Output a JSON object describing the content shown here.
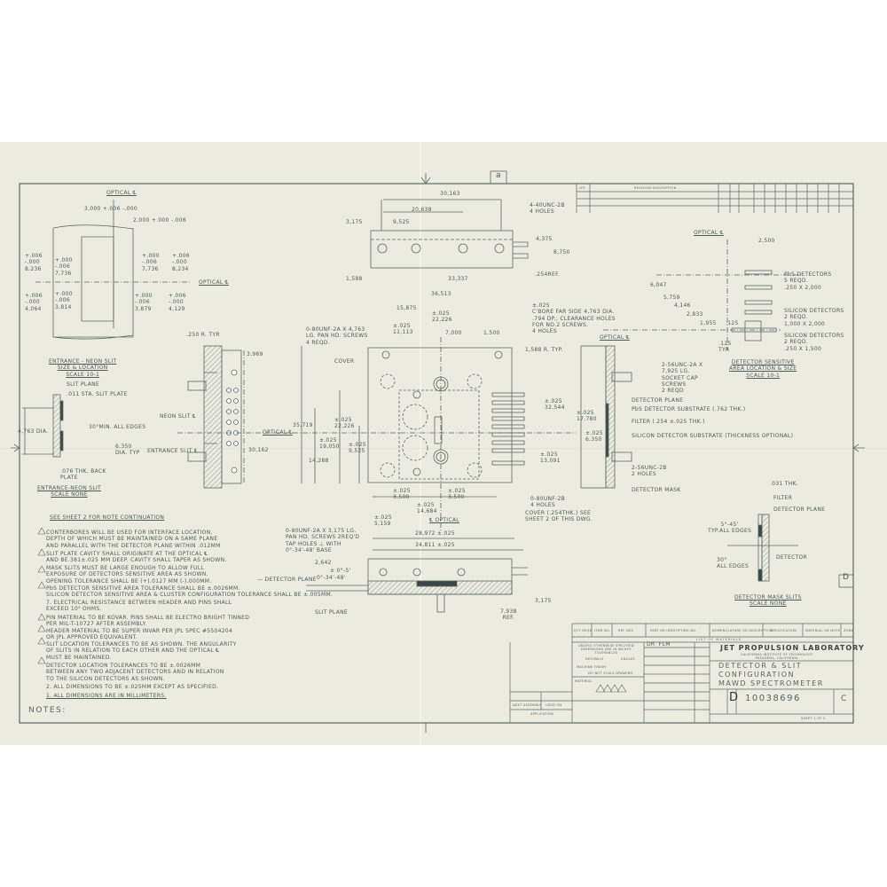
{
  "colors": {
    "paper": "#ecebe1",
    "ink": "#4d5a5a",
    "background": "#ffffff"
  },
  "border": {
    "zone_a": "a",
    "zone_d": "D"
  },
  "slit_size": {
    "optical_top": "OPTICAL ℄",
    "d1": "3,000 +.006 -.000",
    "d2": "2,000 +.000 -.006",
    "d3": "+.006 -.000 8,236",
    "d4": "+.000 -.006 7,736",
    "d5": "+.000 -.006 7,736",
    "d6": "+.006 -.000 8,234",
    "d7": "+.006 -.000 4,064",
    "d8": "+.000 -.006 3,814",
    "d9": "+.000 -.006 3,879",
    "d10": "+.006 -.000 4,129",
    "optical_right": "OPTICAL ℄",
    "title": "ENTRANCE - NEON SLIT\nSIZE & LOCATION\nSCALE 10-1"
  },
  "slit_section": {
    "slit_plane": "SLIT PLANE",
    "slit_plate": ".011 STA. SLIT PLATE",
    "dia": "4,763 DIA.",
    "edges": "30°MIN. ALL EDGES",
    "back_plate": ".076 THK. BACK\nPLATE",
    "title": "ENTRANCE-NEON SLIT\nSCALE NONE"
  },
  "side_view": {
    "radius": ".250 R. TYR",
    "d_top": "3,969",
    "neon": "NEON SLIT ℄",
    "entrance": "ENTRANCE SLIT ℄",
    "dia": "6,350\nDIA. TYP",
    "height": "30,162",
    "optical": "OPTICAL ℄"
  },
  "top_view": {
    "d1": "30,163",
    "d2": "20,638",
    "d3": "9,525",
    "d4": "3,175",
    "holes": "4-40UNC-2B\n4 HOLES",
    "d5": "4,375",
    "d6": "8,750",
    "d7": "1,588",
    "d8": "33,337",
    "ref": ".254REF."
  },
  "plan_view": {
    "d_width": "36,513",
    "d_a": "15,875",
    "d_b": "±.025\n22,226",
    "d_c": "±.025\n11,113",
    "d_d": "7,000",
    "d_e": "1,500",
    "screws": "0-80UNF-2A X 4,763\nLG. PAN HD. SCREWS\n4 REQD.",
    "cbore": "±.025\nC'BORE FAR SIDE 4,763 DIA.\n.794 DP.; CLEARANCE HOLES\nFOR NO.2 SCREWS.\n4 HOLES",
    "radius": "1,588 R. TYP.",
    "cover": "COVER",
    "h1": "35,719",
    "h2": "±.025\n22,226",
    "h3": "±.025\n19,050",
    "h4": "±.025\n9,525",
    "h5": "14,288",
    "optical": "OPTICAL ℄",
    "r1": "±.025\n32,544",
    "r2": "±.025\n17,780",
    "r3": "±.025\n13,091",
    "b1": "±.025\n3,500",
    "b2": "±.025\n3,500",
    "b3": "±.025\n14,684",
    "b4": "±.025\n5,159",
    "b_optical": "℄ OPTICAL",
    "b5": "28,972 ±.025",
    "b6": "34,811 ±.025",
    "holes": "0-80UNF-2B\n4 HOLES",
    "screws2": "0-80UNF-2A X 3,175 LG.\nPAN HD. SCREWS 2REQ'D\nTAP HOLES ⊥ WITH\n0°-34'-48' BASE"
  },
  "bottom_view": {
    "d1": "2,642",
    "d2": "± 0°-5'",
    "d3": "0°-34'-48'",
    "detector_plane": "— DETECTOR PLANE",
    "slit_plane": "SLIT PLANE",
    "d4": "3,175",
    "d5": "7,938\nREF."
  },
  "detector_right": {
    "optical": "OPTICAL ℄",
    "d_top": "2,500",
    "pbs": "PbS DETECTORS\n5 REQD.\n.250 X 2,000",
    "d1": "6,047",
    "d2": "5,759",
    "d3": "4,146",
    "d4": "2,833",
    "d5": "1,955",
    "d6": ".125",
    "si1": "SILICON DETECTORS\n2 REQD.\n1,000 X 2,000",
    "optical2": "OPTICAL ℄",
    "si2": "SILICON DETECTORS\n2 REQD.\n.250 X 1,500",
    "d7": ".125\nTYR",
    "title": "DETECTOR SENSITIVE\nAREA LOCATION & SIZE\nSCALE 10-1"
  },
  "detector_section": {
    "screws": "2-56UNC-2A X\n7,925 LG.\nSOCKET CAP\nSCREWS\n2 REQD",
    "plane": "DETECTOR PLANE",
    "pbs": "PbS DETECTOR SUBSTRATE (.762 THK.)",
    "filter": "FILTER (.254 ±.025 THK.)",
    "si": "SILICON DETECTOR SUBSTRATE (THICKNESS OPTIONAL)",
    "holes": "2-56UNC-2B\n2 HOLES",
    "mask": "DETECTOR MASK",
    "d": "±.025\n6,350",
    "cover": "COVER (.254THK.) SEE\nSHEET 2 OF THIS DWG."
  },
  "mask_slits": {
    "thk": ".031 THK.",
    "filter": "FILTER",
    "plane": "DETECTOR PLANE",
    "edges": "5°-45'\nTYP.ALL EDGES",
    "angle": "30°\nALL EDGES",
    "detector": "DETECTOR",
    "title": "DETECTOR MASK SLITS\nSCALE NONE"
  },
  "notes": {
    "header": "SEE SHEET 2 FOR NOTE CONTINUATION",
    "items": [
      "CONTERBORES WILL BE USED FOR INTERFACE LOCATION,\nDEPTH OF WHICH MUST BE MAINTAINED ON A SAME PLANE\nAND PARALLEL WITH THE DETECTOR PLANE WITHIN .012MM",
      "SLIT PLATE CAVITY SHALL ORIGINATE AT THE OPTICAL ℄\nAND BE.381±.025 MM DEEP. CAVITY SHALL TAPER AS SHOWN.",
      "MASK SLITS MUST BE LARGE ENOUGH TO ALLOW FULL\nEXPOSURE OF DETECTORS SENSITIVE AREA AS SHOWN.\nOPENING TOLERANCE SHALL BE (+).0127 MM (-).000MM.",
      "PbS DETECTOR SENSITIVE AREA TOLERANCE SHALL BE ±.0026MM.\nSILICON DETECTOR SENSITIVE AREA & CLUSTER CONFIGURATION TOLERANCE SHALL BE ±.005MM.",
      "7. ELECTRICAL RESISTANCE BETWEEN HEADER AND PINS SHALL\nEXCEED 10⁹ OHMS.",
      "PIN MATERIAL TO BE KOVAR. PINS SHALL BE ELECTRO BRIGHT TINNED\nPER MIL-T-10727 AFTER ASSEMBLY.",
      "HEADER MATERIAL TO BE SUPER INVAR PER JPL SPEC #5504204\nOR JPL APPROVED EQUIVALENT.",
      "SLIT LOCATION TOLERANCES TO BE AS SHOWN. THE ANGULARITY\nOF SLITS IN RELATION TO EACH OTHER AND THE OPTICAL ℄\nMUST BE MAINTAINED.",
      "DETECTOR LOCATION TOLERANCES TO BE ±.0026MM\nBETWEEN ANY TWO ADJACENT DETECTORS AND IN RELATION\nTO THE SILICON DETECTORS AS SHOWN.",
      "2. ALL DIMENSIONS TO BE ±.025MM EXCEPT AS SPECIFIED.",
      "1. ALL DIMENSIONS ARE IN MILLIMETERS."
    ],
    "title": "NOTES:"
  },
  "revision_block": {
    "ltr": "LTR",
    "description": "REVISION DESCRIPTION"
  },
  "materials": {
    "cols": [
      "QTY REQD",
      "ITEM NO.",
      "REF DES",
      "PART OR IDENTIFYING NO.",
      "NOMENCLATURE OR DESCRIPTION",
      "SPECIFICATION",
      "MATERIAL OR NOTE",
      "ZONE"
    ],
    "title": "LIST OF MATERIALS"
  },
  "title_block": {
    "tolerances": "UNLESS OTHERWISE SPECIFIED\nDIMENSIONS ARE IN INCHES\nTOLERANCES",
    "decimals": "DECIMALS",
    "angles": "ANGLES",
    "finish": "MACHINE FINISH",
    "no_scale": "DO NOT SCALE DRAWING",
    "material": "MATERIAL",
    "next_assembly": "NEXT ASSEMBLY",
    "used_on": "USED ON",
    "application": "APPLICATION",
    "drawn_by": "DR  FLM",
    "org": "JET PROPULSION LABORATORY",
    "org_sub": "CALIFORNIA INSTITUTE OF TECHNOLOGY\nPASADENA, CALIFORNIA",
    "title": "DETECTOR & SLIT\nCONFIGURATION\nMAWD SPECTROMETER",
    "size": "D",
    "dwg_no": "10038696",
    "rev": "C",
    "sheet": "SHEET 1 OF 2"
  }
}
